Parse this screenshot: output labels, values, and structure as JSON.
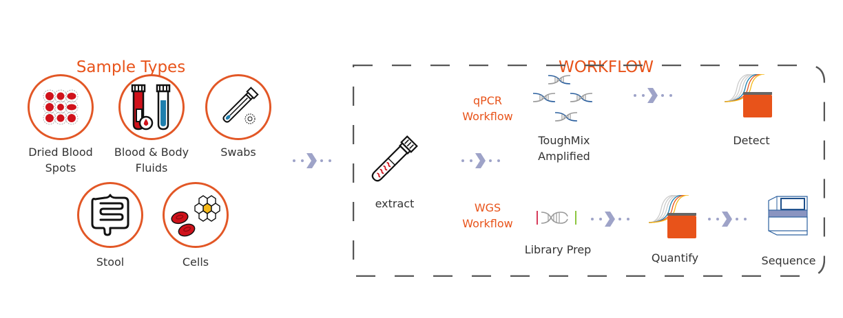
{
  "sample_types": {
    "title": "Sample Types",
    "items": [
      {
        "label_line1": "Dried Blood",
        "label_line2": "Spots",
        "icon": "dried-blood-spots-icon"
      },
      {
        "label_line1": "Blood & Body",
        "label_line2": "Fluids",
        "icon": "blood-tubes-icon"
      },
      {
        "label_line1": "Swabs",
        "label_line2": "",
        "icon": "swab-icon"
      },
      {
        "label_line1": "Stool",
        "label_line2": "",
        "icon": "intestine-icon"
      },
      {
        "label_line1": "Cells",
        "label_line2": "",
        "icon": "cells-icon"
      }
    ]
  },
  "workflow": {
    "title": "WORKFLOW",
    "extract": {
      "label": "extract",
      "icon": "extract-tube-icon"
    },
    "qpcr": {
      "label_line1": "qPCR",
      "label_line2": "Workflow",
      "amplified": {
        "label_line1": "ToughMix",
        "label_line2": "Amplified",
        "icon": "dna-cluster-icon"
      },
      "detect": {
        "label": "Detect",
        "icon": "detect-amplification-icon"
      }
    },
    "wgs": {
      "label_line1": "WGS",
      "label_line2": "Workflow",
      "library_prep": {
        "label": "Library Prep",
        "icon": "dna-library-icon"
      },
      "quantify": {
        "label": "Quantify",
        "icon": "quantify-amplification-icon"
      },
      "sequence": {
        "label": "Sequence",
        "icon": "sequencer-icon"
      }
    }
  },
  "colors": {
    "accent": "#e8531a",
    "arrow": "#9ea3c8",
    "blood_red": "#d0121b",
    "dna_blue": "#2a5f9e",
    "frame_gray": "#555555"
  }
}
